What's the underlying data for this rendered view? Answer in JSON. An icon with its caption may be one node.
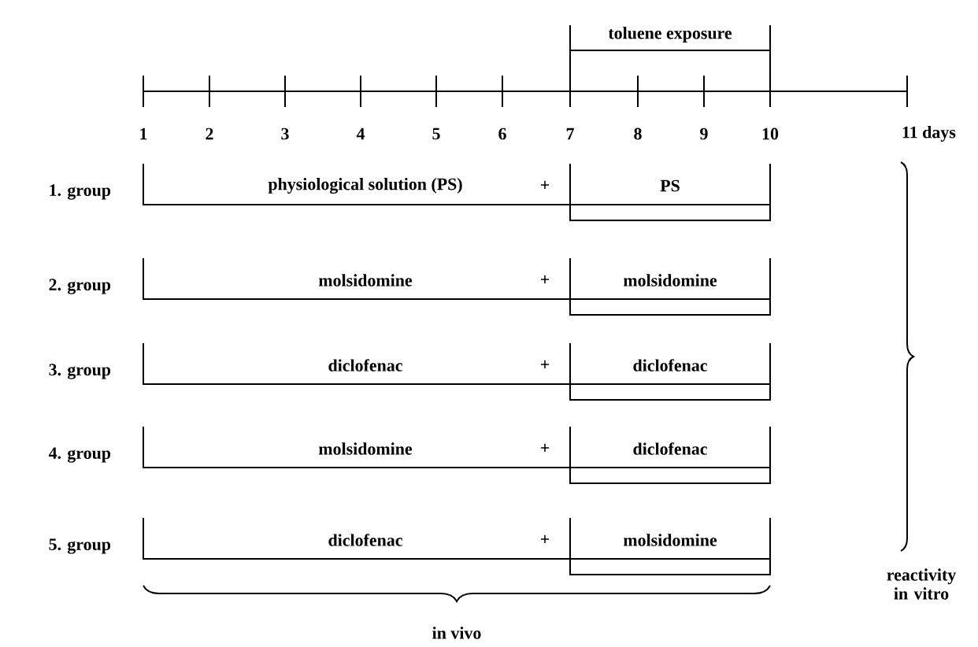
{
  "diagram": {
    "labels": [
      "toluene exposure",
      "1",
      "2",
      "3",
      "4",
      "5",
      "6",
      "7",
      "8",
      "9",
      "10",
      "11 days",
      "1. group",
      "physiological solution (PS)",
      "+",
      "PS",
      "2. group",
      "molsidomine",
      "+",
      "molsidomine",
      "3. group",
      "diclofenac",
      "+",
      "diclofenac",
      "4. group",
      "molsidomine",
      "+",
      "diclofenac",
      "5. group",
      "diclofenac",
      "+",
      "molsidomine",
      "reactivity in vitro",
      "in vivo"
    ]
  }
}
